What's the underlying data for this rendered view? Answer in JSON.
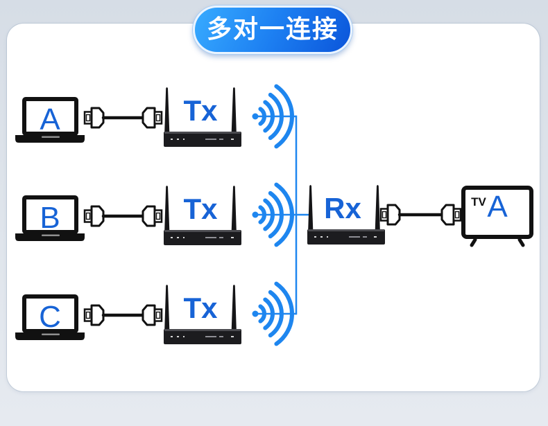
{
  "title": "多对一连接",
  "diagram": {
    "sources": [
      {
        "laptop": "A",
        "transmitter": "Tx"
      },
      {
        "laptop": "B",
        "transmitter": "Tx"
      },
      {
        "laptop": "C",
        "transmitter": "Tx"
      }
    ],
    "receiver": "Rx",
    "display": {
      "badge": "TV",
      "label": "A"
    }
  },
  "icons": {
    "source": "laptop-icon",
    "cable": "hdmi-cable-icon",
    "transmitter": "wireless-transmitter-icon",
    "signal": "wifi-signal-icon",
    "receiver": "wireless-receiver-icon",
    "display": "tv-icon"
  },
  "colors": {
    "signal_blue": "#1e86ef",
    "label_blue": "#1763d6",
    "title_start": "#38abff",
    "title_end": "#0b55da",
    "device": "#1c1c1f",
    "outline": "#111111",
    "background": "#dde3ea"
  }
}
